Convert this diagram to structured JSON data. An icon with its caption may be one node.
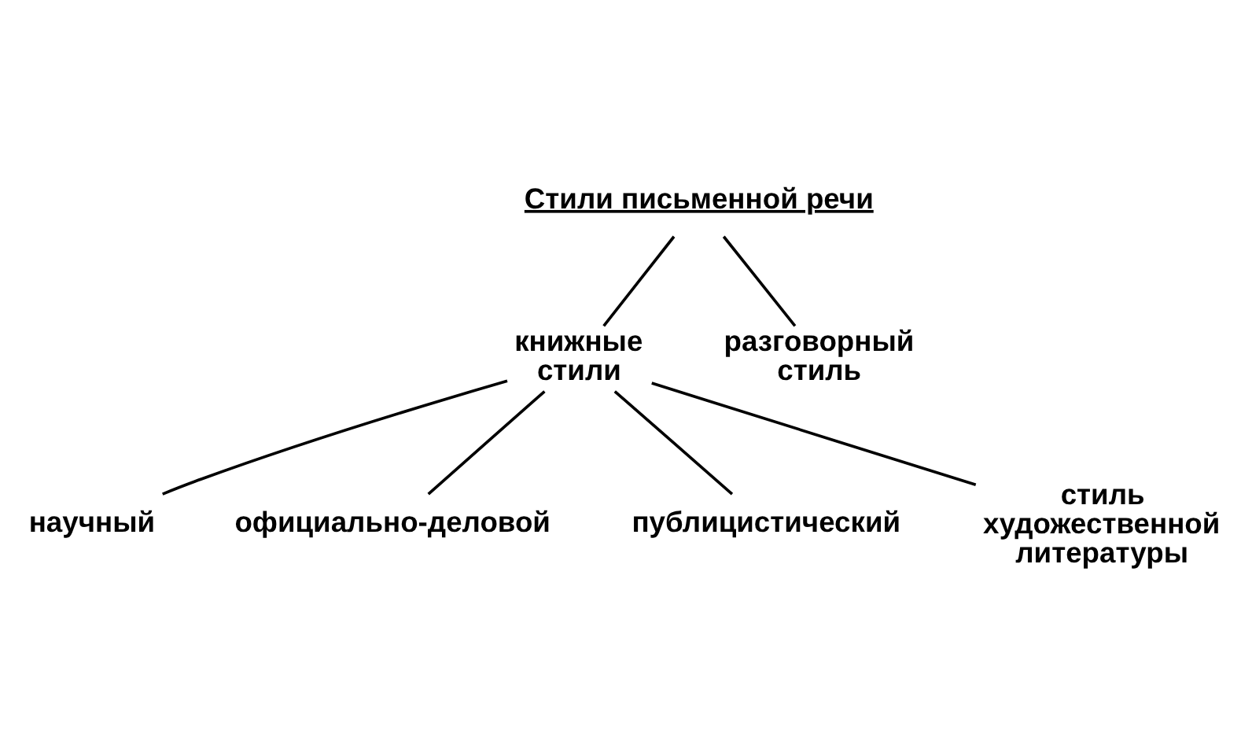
{
  "diagram": {
    "nodes": [
      {
        "text": [
          "Стили письменной речи"
        ]
      },
      {
        "text": [
          "книжные стили"
        ]
      },
      {
        "text": [
          "разговорный стиль"
        ]
      },
      {
        "text": [
          "научный"
        ]
      },
      {
        "text": [
          "официально-деловой"
        ]
      },
      {
        "text": [
          "публицистический"
        ]
      },
      {
        "text": [
          "стиль художественной литературы"
        ]
      }
    ],
    "edges": [
      {
        "from": 0,
        "to": 1,
        "arrow": "none"
      },
      {
        "from": 0,
        "to": 2,
        "arrow": "none"
      },
      {
        "from": 1,
        "to": 3,
        "arrow": "none"
      },
      {
        "from": 1,
        "to": 4,
        "arrow": "none"
      },
      {
        "from": 1,
        "to": 5,
        "arrow": "none"
      },
      {
        "from": 1,
        "to": 6,
        "arrow": "none"
      }
    ]
  }
}
